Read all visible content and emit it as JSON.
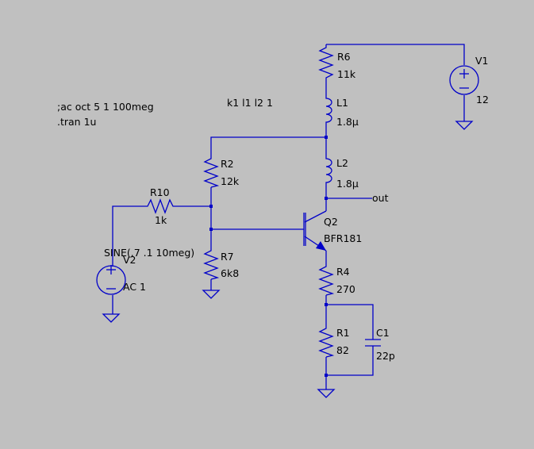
{
  "directives": {
    "ac": ";ac oct 5 1 100meg",
    "tran": ".tran 1u",
    "coupling": "k1 l1 l2 1"
  },
  "components": {
    "R6": {
      "name": "R6",
      "value": "11k"
    },
    "L1": {
      "name": "L1",
      "value": "1.8µ"
    },
    "L2": {
      "name": "L2",
      "value": "1.8µ"
    },
    "R2": {
      "name": "R2",
      "value": "12k"
    },
    "R10": {
      "name": "R10",
      "value": "1k"
    },
    "R7": {
      "name": "R7",
      "value": "6k8"
    },
    "Q2": {
      "name": "Q2",
      "value": "BFR181"
    },
    "R4": {
      "name": "R4",
      "value": "270"
    },
    "R1": {
      "name": "R1",
      "value": "82"
    },
    "C1": {
      "name": "C1",
      "value": "22p"
    },
    "V1": {
      "name": "V1",
      "value": "12"
    },
    "V2": {
      "name": "V2",
      "value": "SINE(.7 .1 10meg)",
      "value2": "AC 1"
    }
  },
  "nets": {
    "out": "out"
  },
  "colors": {
    "background": "#c0c0c0",
    "wire": "#0000c8",
    "text": "#000000"
  }
}
